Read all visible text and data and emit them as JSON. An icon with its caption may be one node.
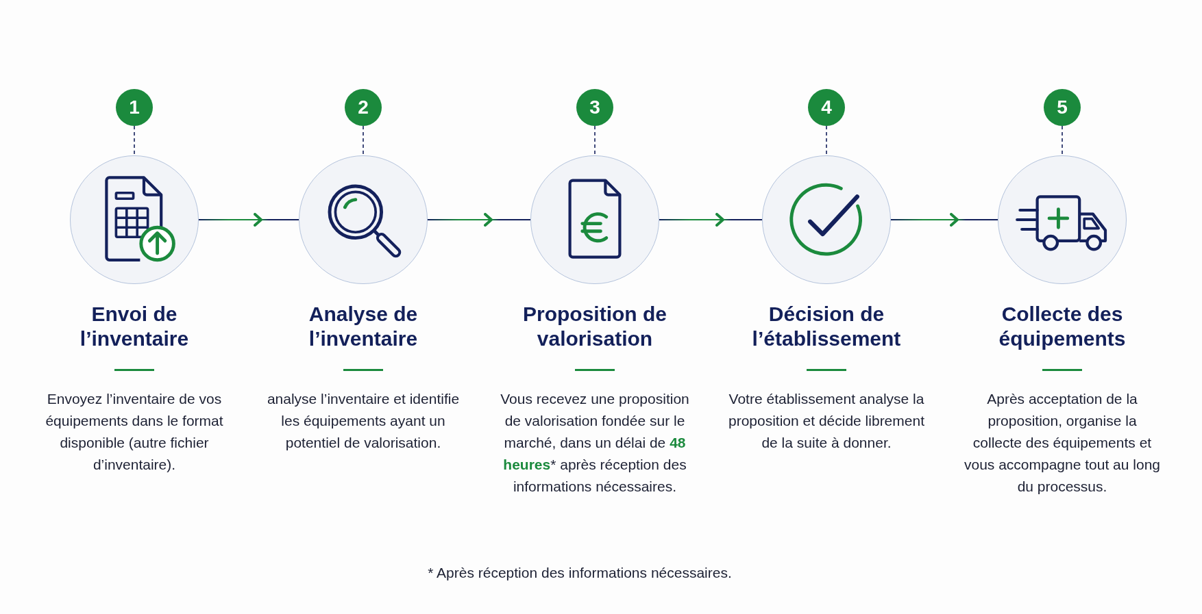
{
  "diagram": {
    "nodes": [
      {
        "text": [
          "1"
        ]
      },
      {
        "text": [
          "Envoi de l’inventaire",
          "Envoyez l’inventaire de vos équipements dans le format disponible (autre fichier d’inventaire)."
        ]
      },
      {
        "text": [
          "2"
        ]
      },
      {
        "text": [
          "Analyse de l’inventaire",
          "analyse l’inventaire et identifie les équipements ayant un potentiel de valorisation."
        ]
      },
      {
        "text": [
          "3"
        ]
      },
      {
        "text": [
          "Proposition de valorisation",
          "Vous recevez une proposition de valorisation fondée sur le marché, dans un délai de **48 heures*** après réception des informations nécessaires."
        ]
      },
      {
        "text": [
          "4"
        ]
      },
      {
        "text": [
          "Décision de l’établissement",
          "Votre établissement analyse la proposition et décide librement de la suite à donner."
        ]
      },
      {
        "text": [
          "5"
        ]
      },
      {
        "text": [
          "Collecte des équipements",
          "Après acceptation de la proposition, organise la collecte des équipements et vous accompagne tout au long du processus."
        ]
      }
    ],
    "edges": [
      {
        "from": 0,
        "to": 1,
        "arrow": "none",
        "style": "dashed"
      },
      {
        "from": 2,
        "to": 3,
        "arrow": "none",
        "style": "dashed"
      },
      {
        "from": 4,
        "to": 5,
        "arrow": "none",
        "style": "dashed"
      },
      {
        "from": 6,
        "to": 7,
        "arrow": "none",
        "style": "dashed"
      },
      {
        "from": 8,
        "to": 9,
        "arrow": "none",
        "style": "dashed"
      },
      {
        "from": 1,
        "to": 3,
        "arrow": "to"
      },
      {
        "from": 3,
        "to": 5,
        "arrow": "to"
      },
      {
        "from": 5,
        "to": 7,
        "arrow": "to"
      },
      {
        "from": 7,
        "to": 9,
        "arrow": "to"
      }
    ],
    "labels": [
      "* Après réception des informations nécessaires."
    ]
  }
}
